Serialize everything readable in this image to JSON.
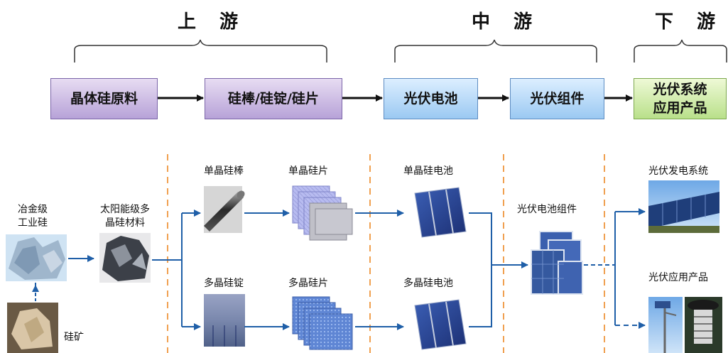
{
  "stages": {
    "upstream": "上 游",
    "midstream": "中 游",
    "downstream": "下 游"
  },
  "chain": {
    "raw": "晶体硅原料",
    "rod": "硅棒/硅锭/硅片",
    "cell": "光伏电池",
    "module": "光伏组件",
    "app_line1": "光伏系统",
    "app_line2": "应用产品"
  },
  "detail": {
    "mg_si_line1": "冶金级",
    "mg_si_line2": "工业硅",
    "solar_si_line1": "太阳能级多",
    "solar_si_line2": "晶硅材料",
    "ore": "硅矿",
    "mono_rod": "单晶硅棒",
    "mono_wafer": "单晶硅片",
    "mono_cell": "单晶硅电池",
    "poly_ingot": "多晶硅锭",
    "poly_wafer": "多晶硅片",
    "poly_cell": "多晶硅电池",
    "module": "光伏电池组件",
    "power_system": "光伏发电系统",
    "products": "光伏应用产品"
  },
  "colors": {
    "arrow": "#1f5fa8",
    "divider": "#f0a050",
    "chain_arrow": "#111111"
  }
}
